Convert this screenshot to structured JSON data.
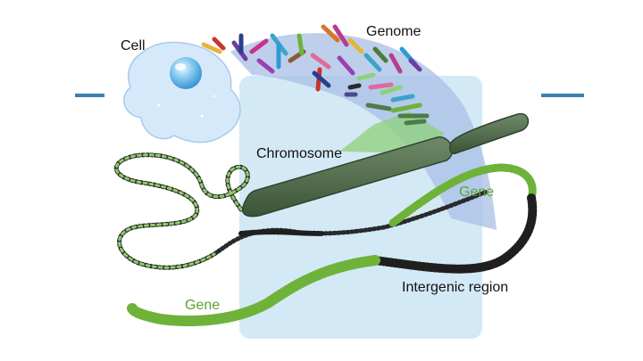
{
  "labels": {
    "cell": "Cell",
    "genome": "Genome",
    "chromosome": "Chromosome",
    "gene_upper": "Gene",
    "gene_lower": "Gene",
    "intergenic": "Intergenic region"
  },
  "colors": {
    "accent_line": "#3d7fb0",
    "panel": "#d3e9f6",
    "cell_fill": "#d6e9fa",
    "nucleus": "#5fb3e6",
    "chromosome": "#4e6b48",
    "gene_green": "#6fb23a",
    "gene_label": "#5fa231",
    "dna_dark": "#2a2a2a",
    "beam": "#a8bfe6"
  },
  "icons": {
    "cell": "cell-icon",
    "chromosomes": "karyotype-icon",
    "dna": "dna-helix-icon"
  }
}
